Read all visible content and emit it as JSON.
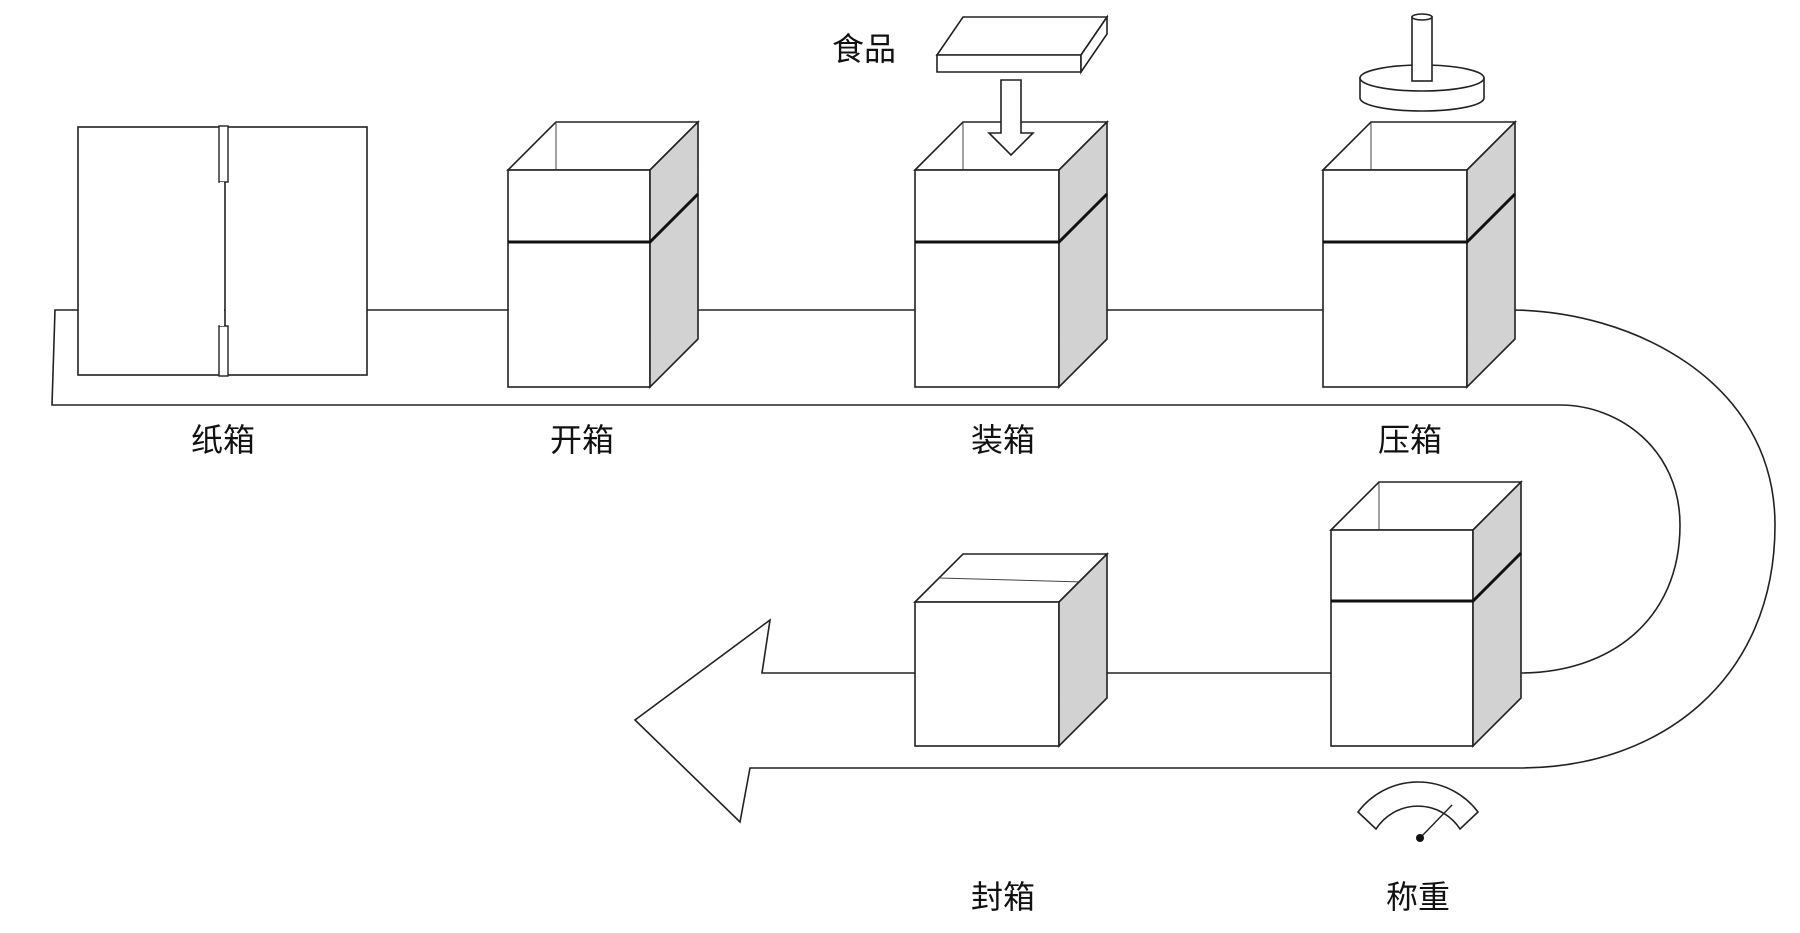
{
  "labels": {
    "flat_carton": "纸箱",
    "open_box": "开箱",
    "pack_box": "装箱",
    "press_box": "压箱",
    "seal_box": "封箱",
    "weigh": "称重",
    "food": "食品"
  },
  "colors": {
    "stroke": "#222222",
    "box_side": "#d2d2d2",
    "background": "#ffffff"
  },
  "icons": [
    "down-arrow-icon",
    "press-plunger-icon",
    "scale-gauge-icon",
    "food-tray-icon"
  ]
}
